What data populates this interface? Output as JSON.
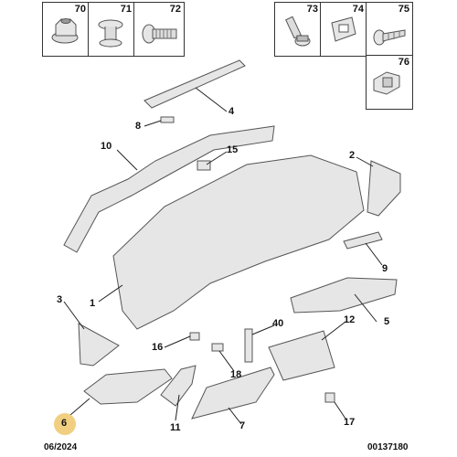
{
  "fastener_boxes": [
    {
      "number": "70",
      "icon": "flange-nut-icon"
    },
    {
      "number": "71",
      "icon": "push-clip-icon"
    },
    {
      "number": "72",
      "icon": "flange-screw-icon"
    },
    {
      "number": "73",
      "icon": "bolt-icon"
    },
    {
      "number": "74",
      "icon": "clip-nut-icon"
    },
    {
      "number": "75",
      "icon": "self-tapping-screw-icon"
    },
    {
      "number": "76",
      "icon": "grommet-clip-icon"
    }
  ],
  "callouts": [
    "1",
    "2",
    "3",
    "4",
    "5",
    "6",
    "7",
    "8",
    "9",
    "10",
    "11",
    "12",
    "15",
    "16",
    "17",
    "18",
    "40"
  ],
  "highlighted_callout": "6",
  "footer": {
    "date": "06/2024",
    "reference": "00137180"
  },
  "colors": {
    "part_fill": "#e6e6e6",
    "part_stroke": "#555555",
    "highlight": "#f0d080"
  }
}
